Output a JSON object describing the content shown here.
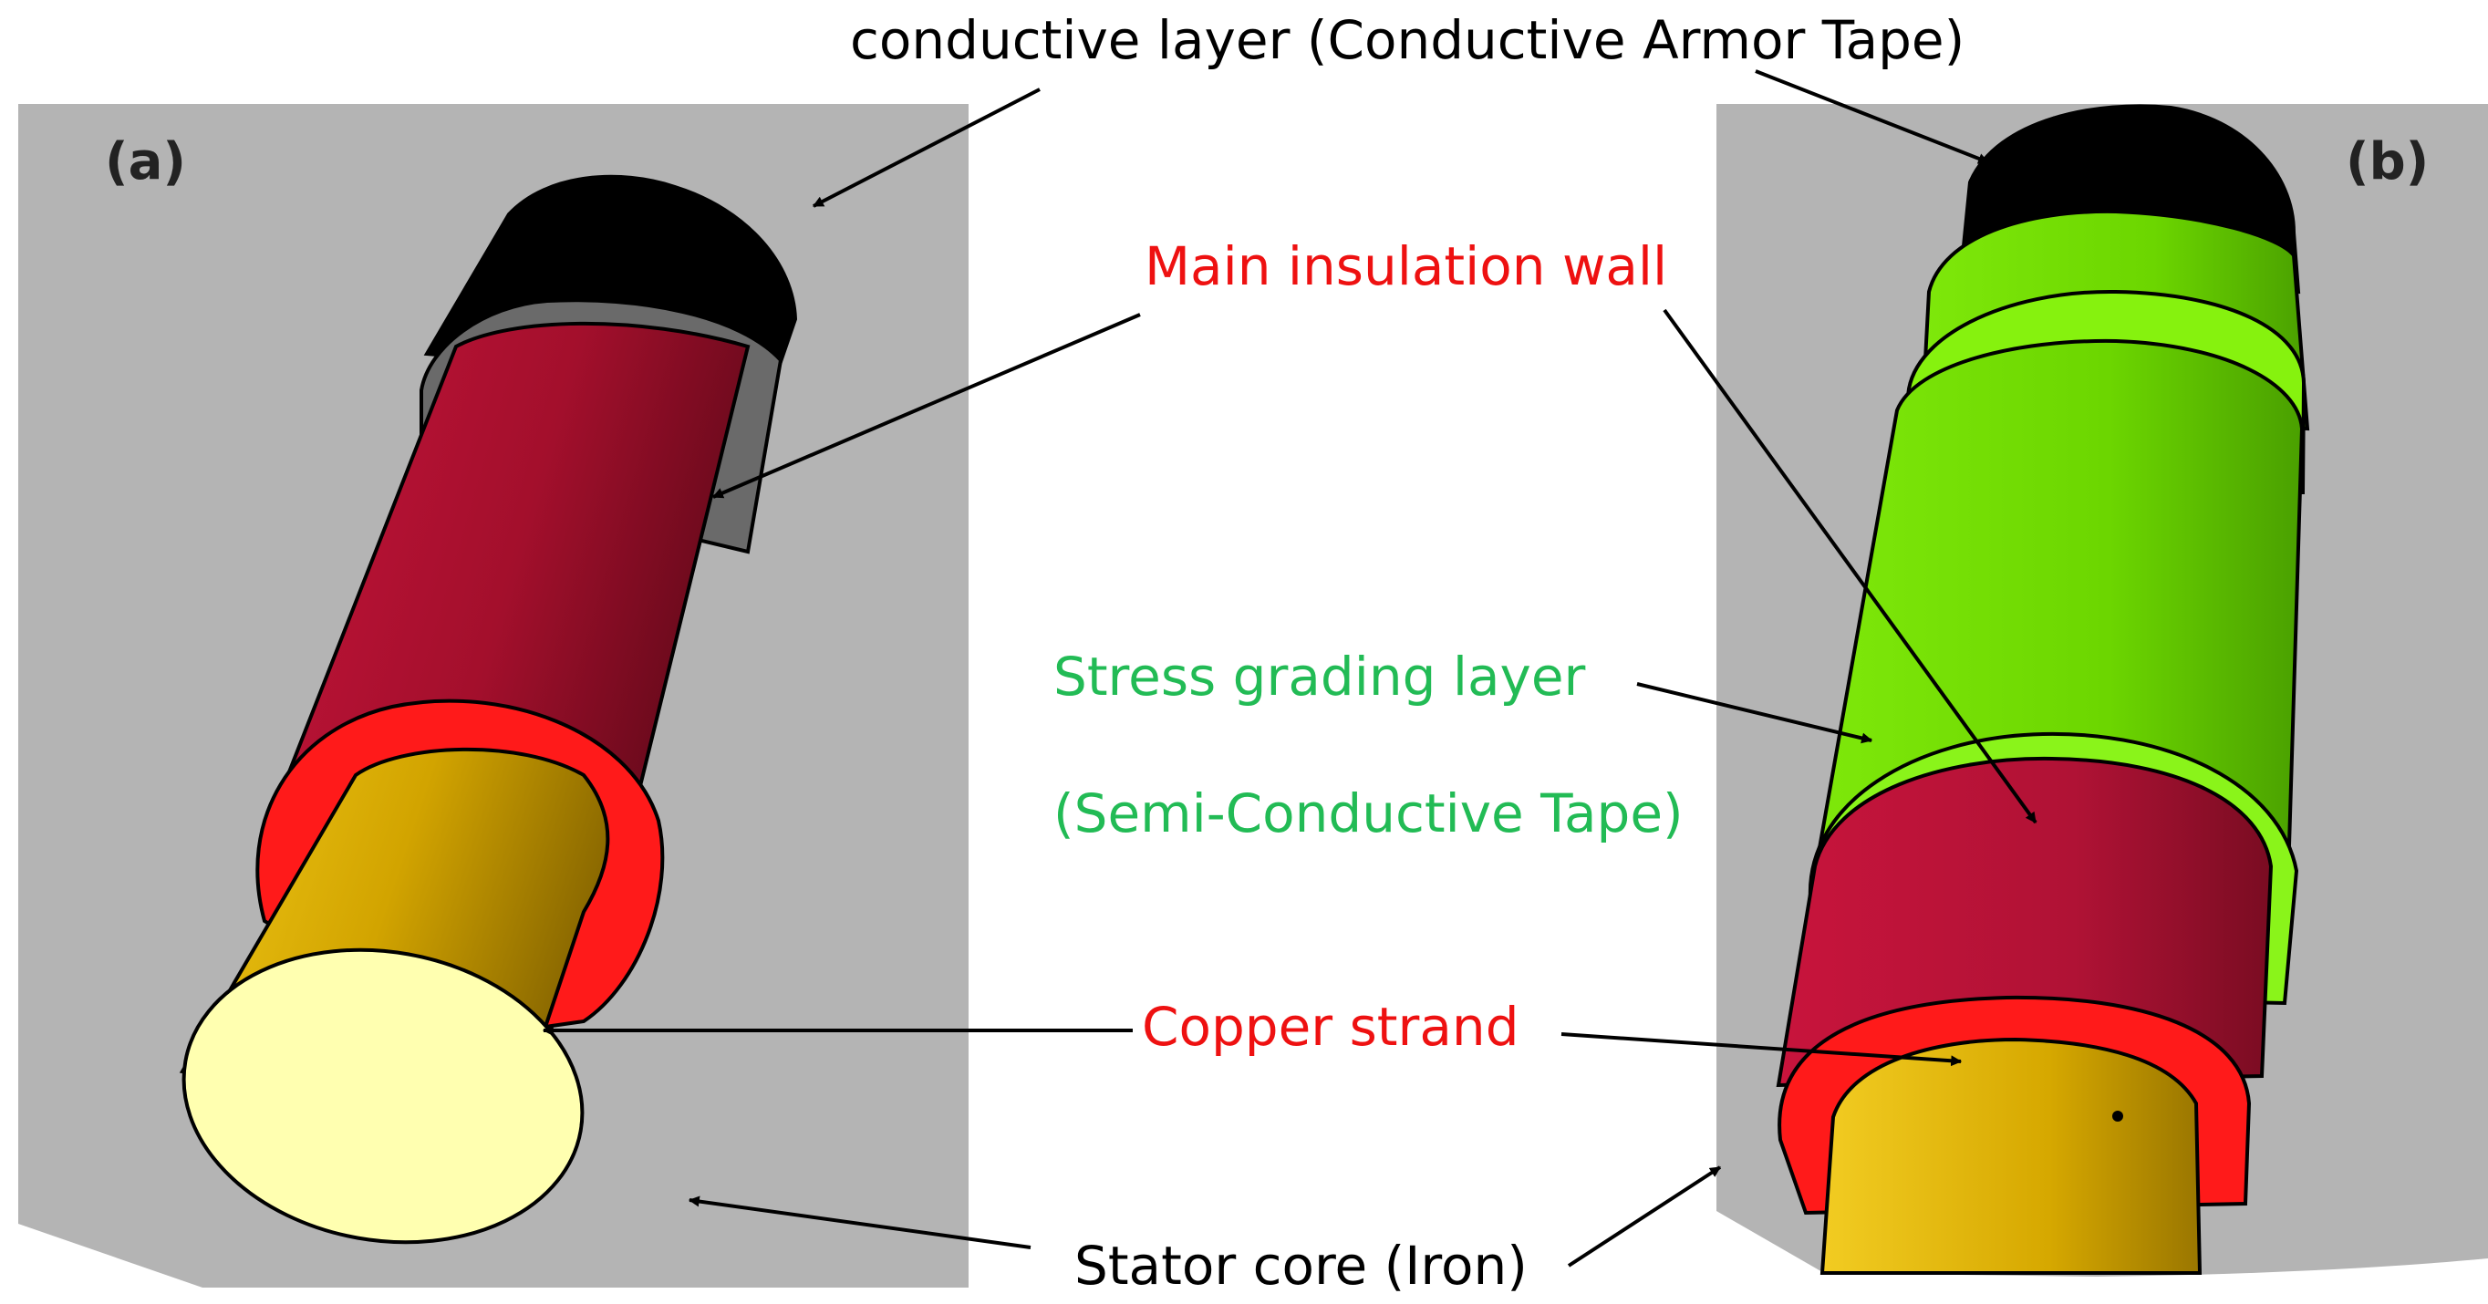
{
  "panels": {
    "a": {
      "label": "(a)"
    },
    "b": {
      "label": "(b)"
    }
  },
  "labels": {
    "conductive_layer": "conductive layer (Conductive Armor Tape)",
    "main_insulation": "Main insulation wall",
    "stress_grading_1": "Stress grading layer",
    "stress_grading_2": "(Semi-Conductive Tape)",
    "copper_strand": "Copper strand",
    "stator_core": "Stator core (Iron)"
  },
  "colors": {
    "background": "#ffffff",
    "stator_core": "#b4b4b4",
    "conductive_layer": "#000000",
    "main_insulation": "#a8102e",
    "main_insulation_face": "#ff1a1a",
    "copper": "#d4aa00",
    "copper_face": "#ffffb0",
    "stress_grading": "#77dd00",
    "label_red": "#ee1111",
    "label_green": "#22bb55",
    "label_black": "#000000"
  }
}
